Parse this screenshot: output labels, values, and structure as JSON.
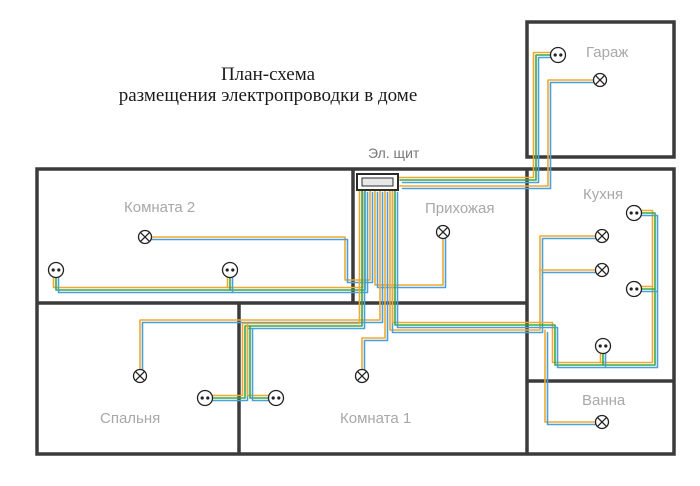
{
  "title": {
    "line1": "План-схема",
    "line2": "размещения электропроводки в доме"
  },
  "rooms": {
    "garage": "Гараж",
    "kitchen": "Кухня",
    "hallway": "Прихожая",
    "room2": "Комната 2",
    "bedroom": "Спальня",
    "room1": "Комната 1",
    "bath": "Ванна"
  },
  "panel": {
    "label": "Эл. щит"
  },
  "colors": {
    "wall": "#3b3b3b",
    "wire_orange": "#f0a830",
    "wire_green": "#3aa848",
    "wire_blue": "#4aa0d8",
    "label": "#a8a8a8"
  },
  "icons": {
    "lamp": "lamp-icon",
    "socket": "socket-icon",
    "panel": "electrical-panel-icon"
  }
}
